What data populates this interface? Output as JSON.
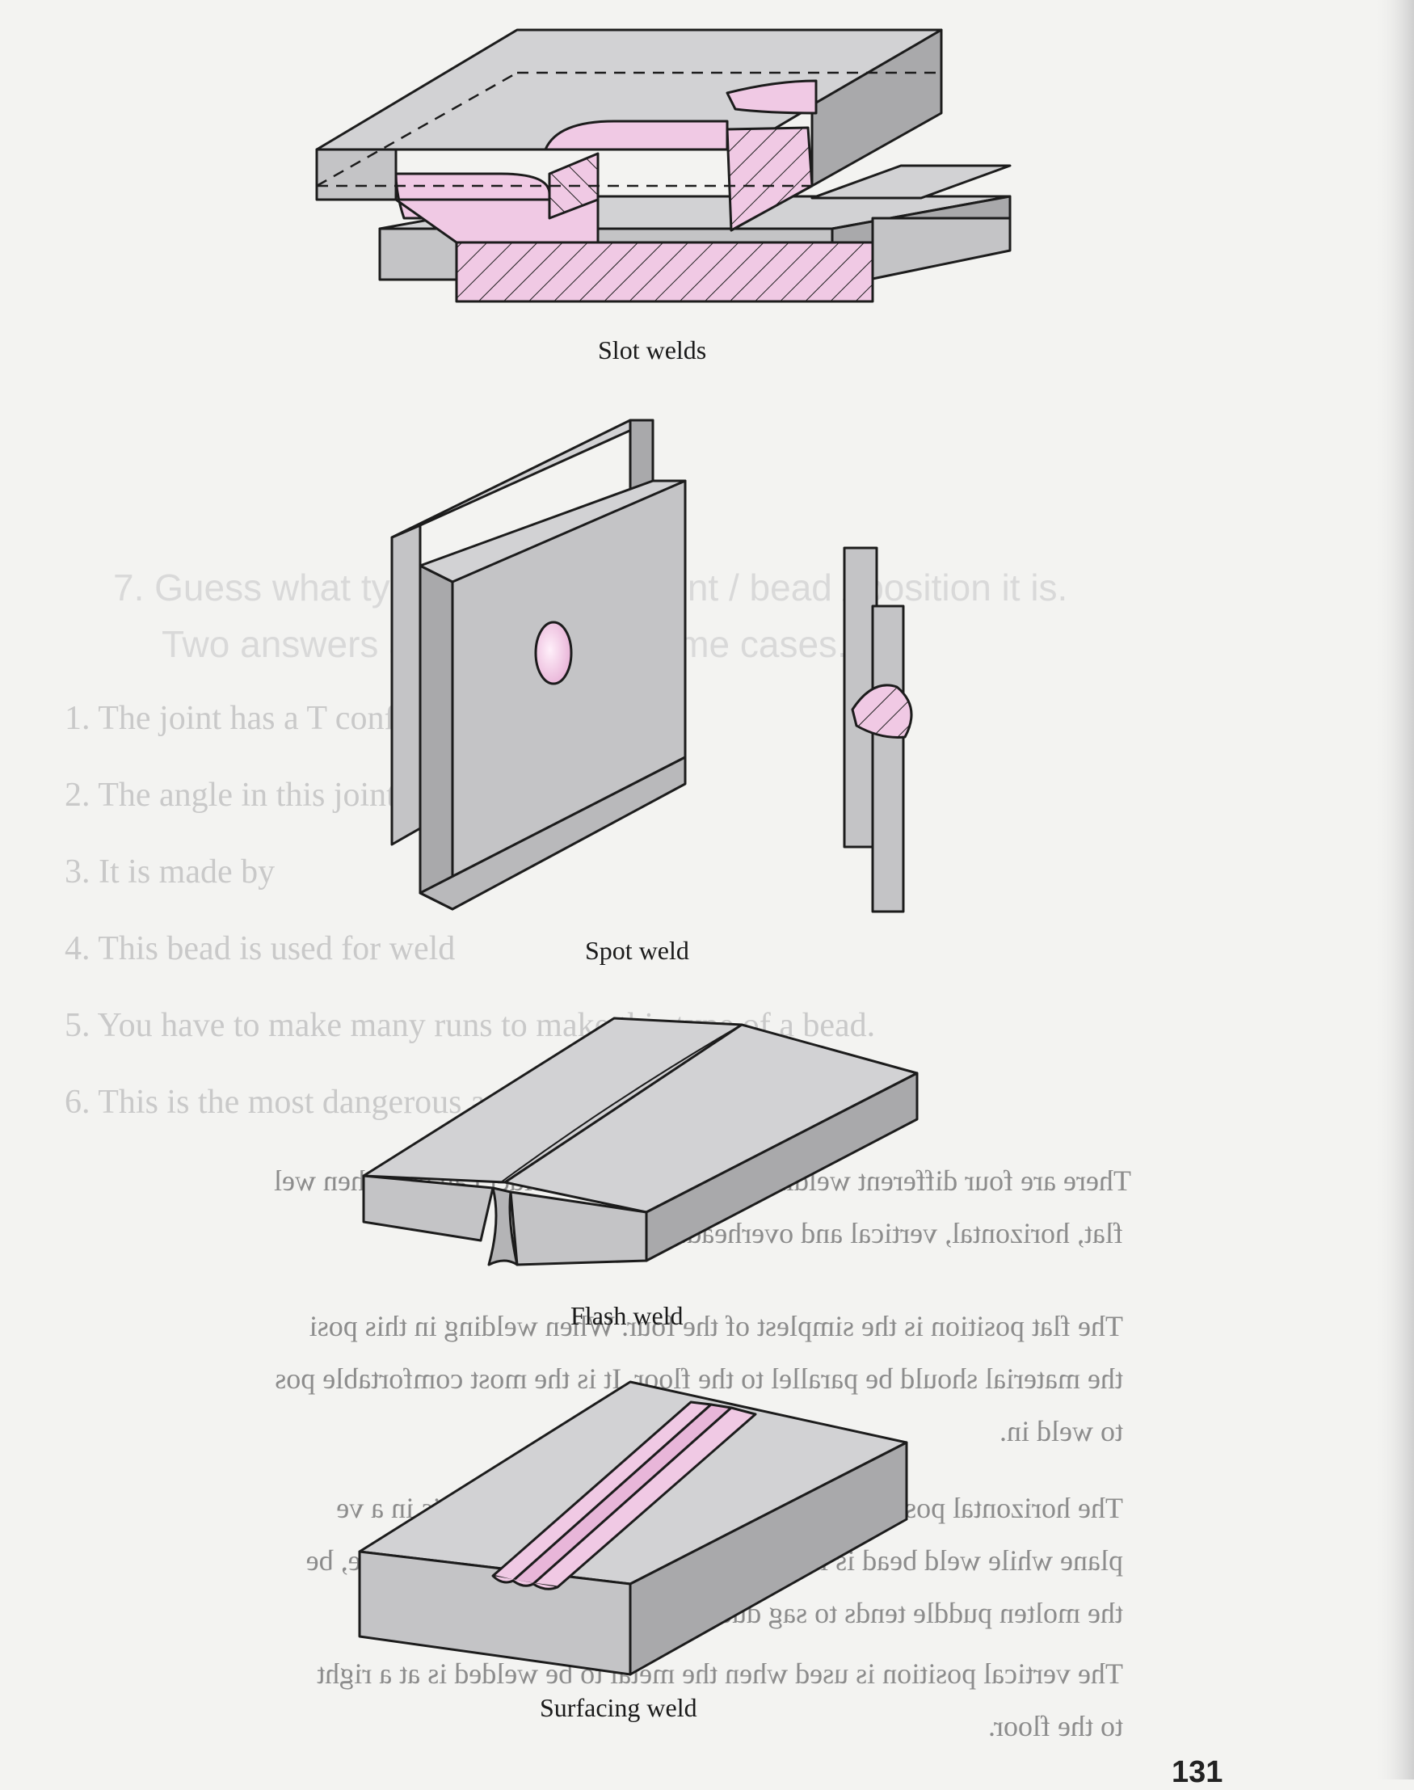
{
  "figures": {
    "slot": {
      "caption": "Slot welds"
    },
    "spot": {
      "caption": "Spot weld"
    },
    "flash": {
      "caption": "Flash weld"
    },
    "surfacing": {
      "caption": "Surfacing weld"
    }
  },
  "colors": {
    "steel": "#c4c4c6",
    "steel_light": "#d2d2d4",
    "steel_dark": "#a9a9ab",
    "weld_pink": "#f0c9e4",
    "weld_pink_dark": "#e2a6d0",
    "outline": "#1c1c1c"
  },
  "page_number": "131"
}
